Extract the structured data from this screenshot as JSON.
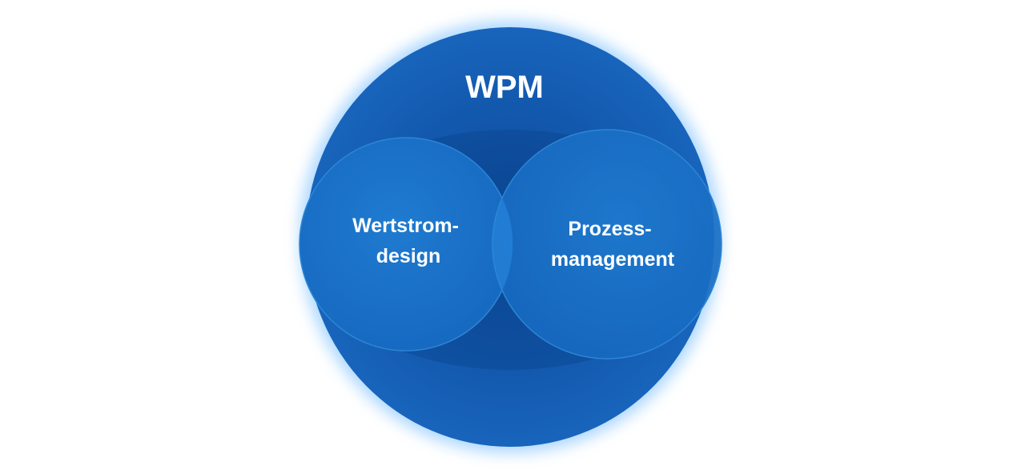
{
  "diagram": {
    "outer": {
      "label": "WPM",
      "color": "#1565c0"
    },
    "left_circle": {
      "label_lines": [
        "Wertstrom-",
        "design"
      ],
      "color": "#1b72c4"
    },
    "right_circle": {
      "label_lines": [
        "Prozess-",
        "management"
      ],
      "color": "#1b72c4"
    },
    "glow_color": "#9fd0ff",
    "text_color": "#ffffff"
  }
}
